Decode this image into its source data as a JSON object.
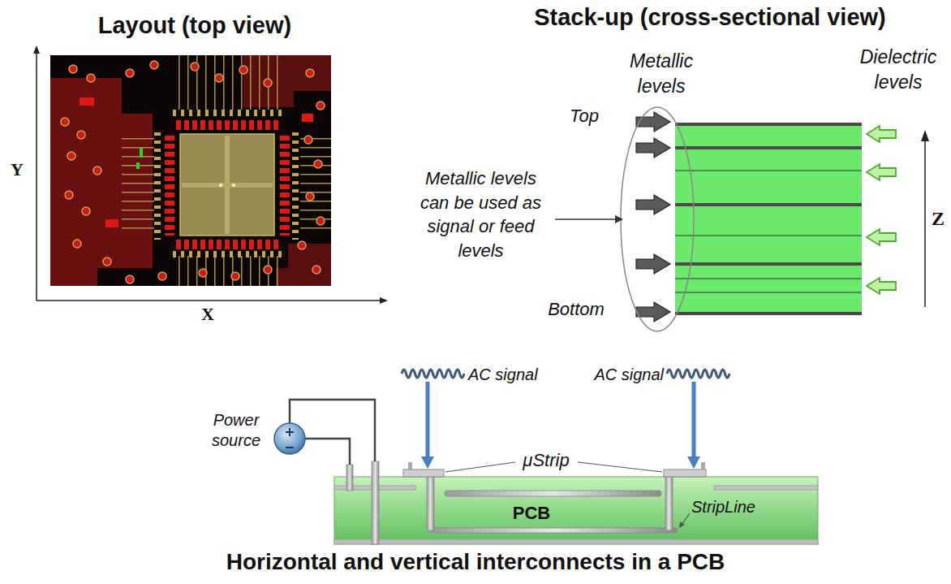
{
  "diagram": {
    "caption": "Horizontal and vertical interconnects in a PCB",
    "nodes": [
      {
        "text": [
          "PCB"
        ]
      }
    ],
    "labels": [
      "Layout (top view)",
      "Y",
      "X",
      "Stack-up (cross-sectional view)",
      "Metallic levels",
      "Dielectric levels",
      "Top",
      "Metallic levels can be used as signal or feed levels",
      "Bottom",
      "Z",
      "Power source",
      "AC signal",
      "AC signal",
      "μStrip",
      "StripLine"
    ]
  }
}
